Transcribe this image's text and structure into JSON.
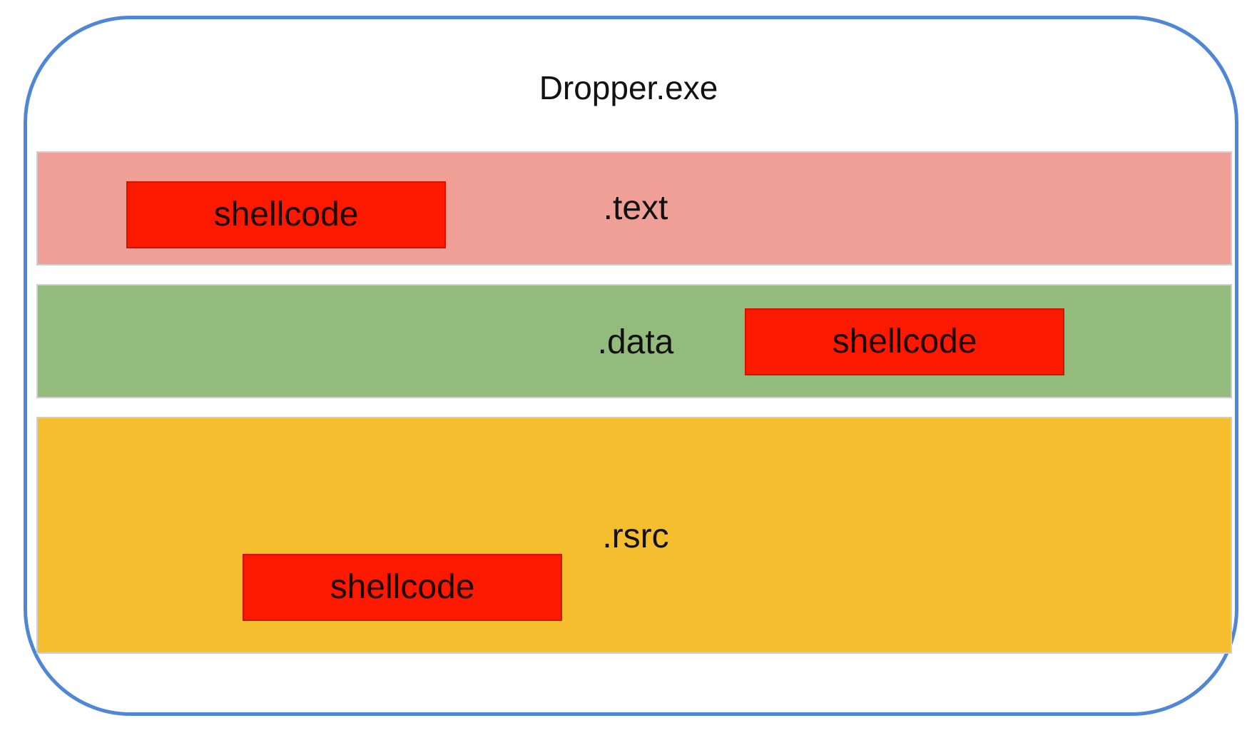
{
  "diagram": {
    "title": "Dropper.exe",
    "sections": {
      "text": {
        "label": ".text",
        "color": "#ef9f96"
      },
      "data": {
        "label": ".data",
        "color": "#93bb7b"
      },
      "rsrc": {
        "label": ".rsrc",
        "color": "#f5be2e"
      }
    },
    "payload": {
      "label": "shellcode",
      "color": "#fb1a00"
    },
    "frame_color": "#4f86d6"
  }
}
